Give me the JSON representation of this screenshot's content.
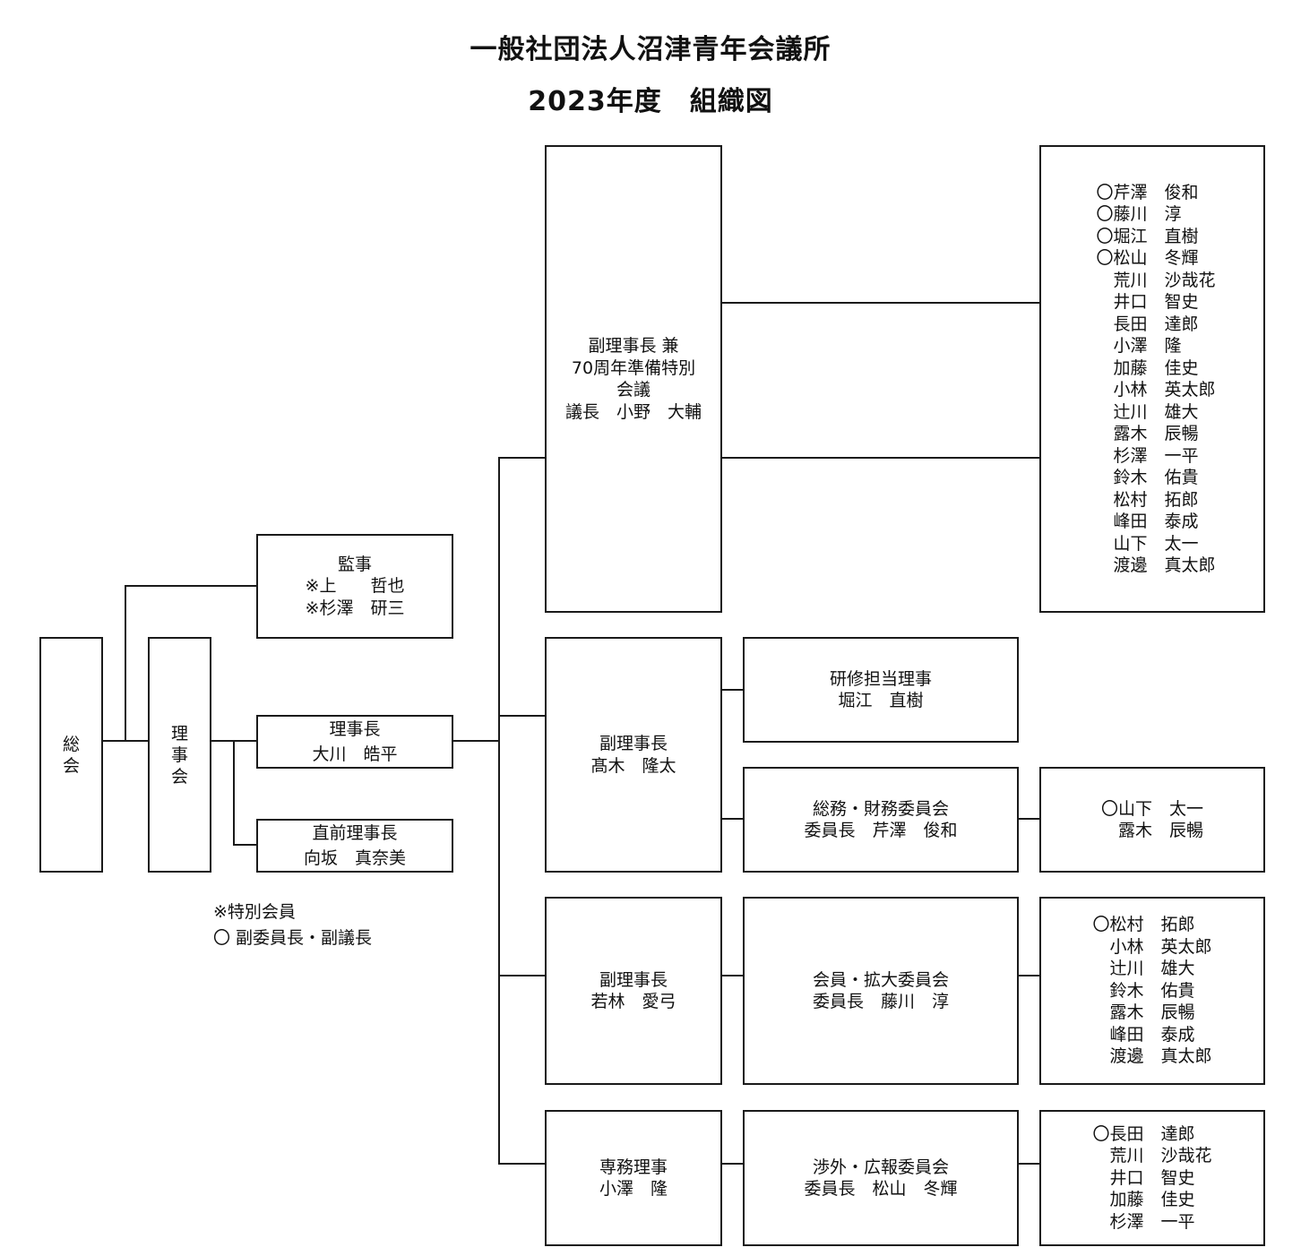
{
  "title_line1": "一般社団法人沼津青年会議所",
  "title_line2": "2023年度　組織図",
  "soukai": [
    "総",
    "会"
  ],
  "rijikai": [
    "理",
    "事",
    "会"
  ],
  "kanji": [
    "監事",
    "※上　　哲也",
    "※杉澤　研三"
  ],
  "rijicho": [
    "理事長",
    "大川　皓平"
  ],
  "zenrijicho": [
    "直前理事長",
    "向坂　真奈美"
  ],
  "notes": [
    "※特別会員",
    "〇 副委員長・副議長"
  ],
  "fuku_ono": [
    "副理事長 兼",
    "70周年準備特別",
    "会議",
    "議長　小野　大輔"
  ],
  "members_70": [
    "〇芹澤　俊和",
    "〇藤川　淳",
    "〇堀江　直樹",
    "〇松山　冬輝",
    "　荒川　沙哉花",
    "　井口　智史",
    "　長田　達郎",
    "　小澤　隆",
    "　加藤　佳史",
    "　小林　英太郎",
    "　辻川　雄大",
    "　露木　辰暢",
    "　杉澤　一平",
    "　鈴木　佑貴",
    "　松村　拓郎",
    "　峰田　泰成",
    "　山下　太一",
    "　渡邊　真太郎"
  ],
  "fuku_takagi": [
    "副理事長",
    "髙木　隆太"
  ],
  "kenshu": [
    "研修担当理事",
    "堀江　直樹"
  ],
  "soumu": [
    "総務・財務委員会",
    "委員長　芹澤　俊和"
  ],
  "soumu_members": [
    "〇山下　太一",
    "　露木　辰暢"
  ],
  "fuku_wakabayashi": [
    "副理事長",
    "若林　愛弓"
  ],
  "kaiin": [
    "会員・拡大委員会",
    "委員長　藤川　淳"
  ],
  "kaiin_members": [
    "〇松村　拓郎",
    "　小林　英太郎",
    "　辻川　雄大",
    "　鈴木　佑貴",
    "　露木　辰暢",
    "　峰田　泰成",
    "　渡邊　真太郎"
  ],
  "senmu": [
    "専務理事",
    "小澤　隆"
  ],
  "shogai": [
    "渉外・広報委員会",
    "委員長　松山　冬輝"
  ],
  "shogai_members": [
    "〇長田　達郎",
    "　荒川　沙哉花",
    "　井口　智史",
    "　加藤　佳史",
    "　杉澤　一平"
  ]
}
